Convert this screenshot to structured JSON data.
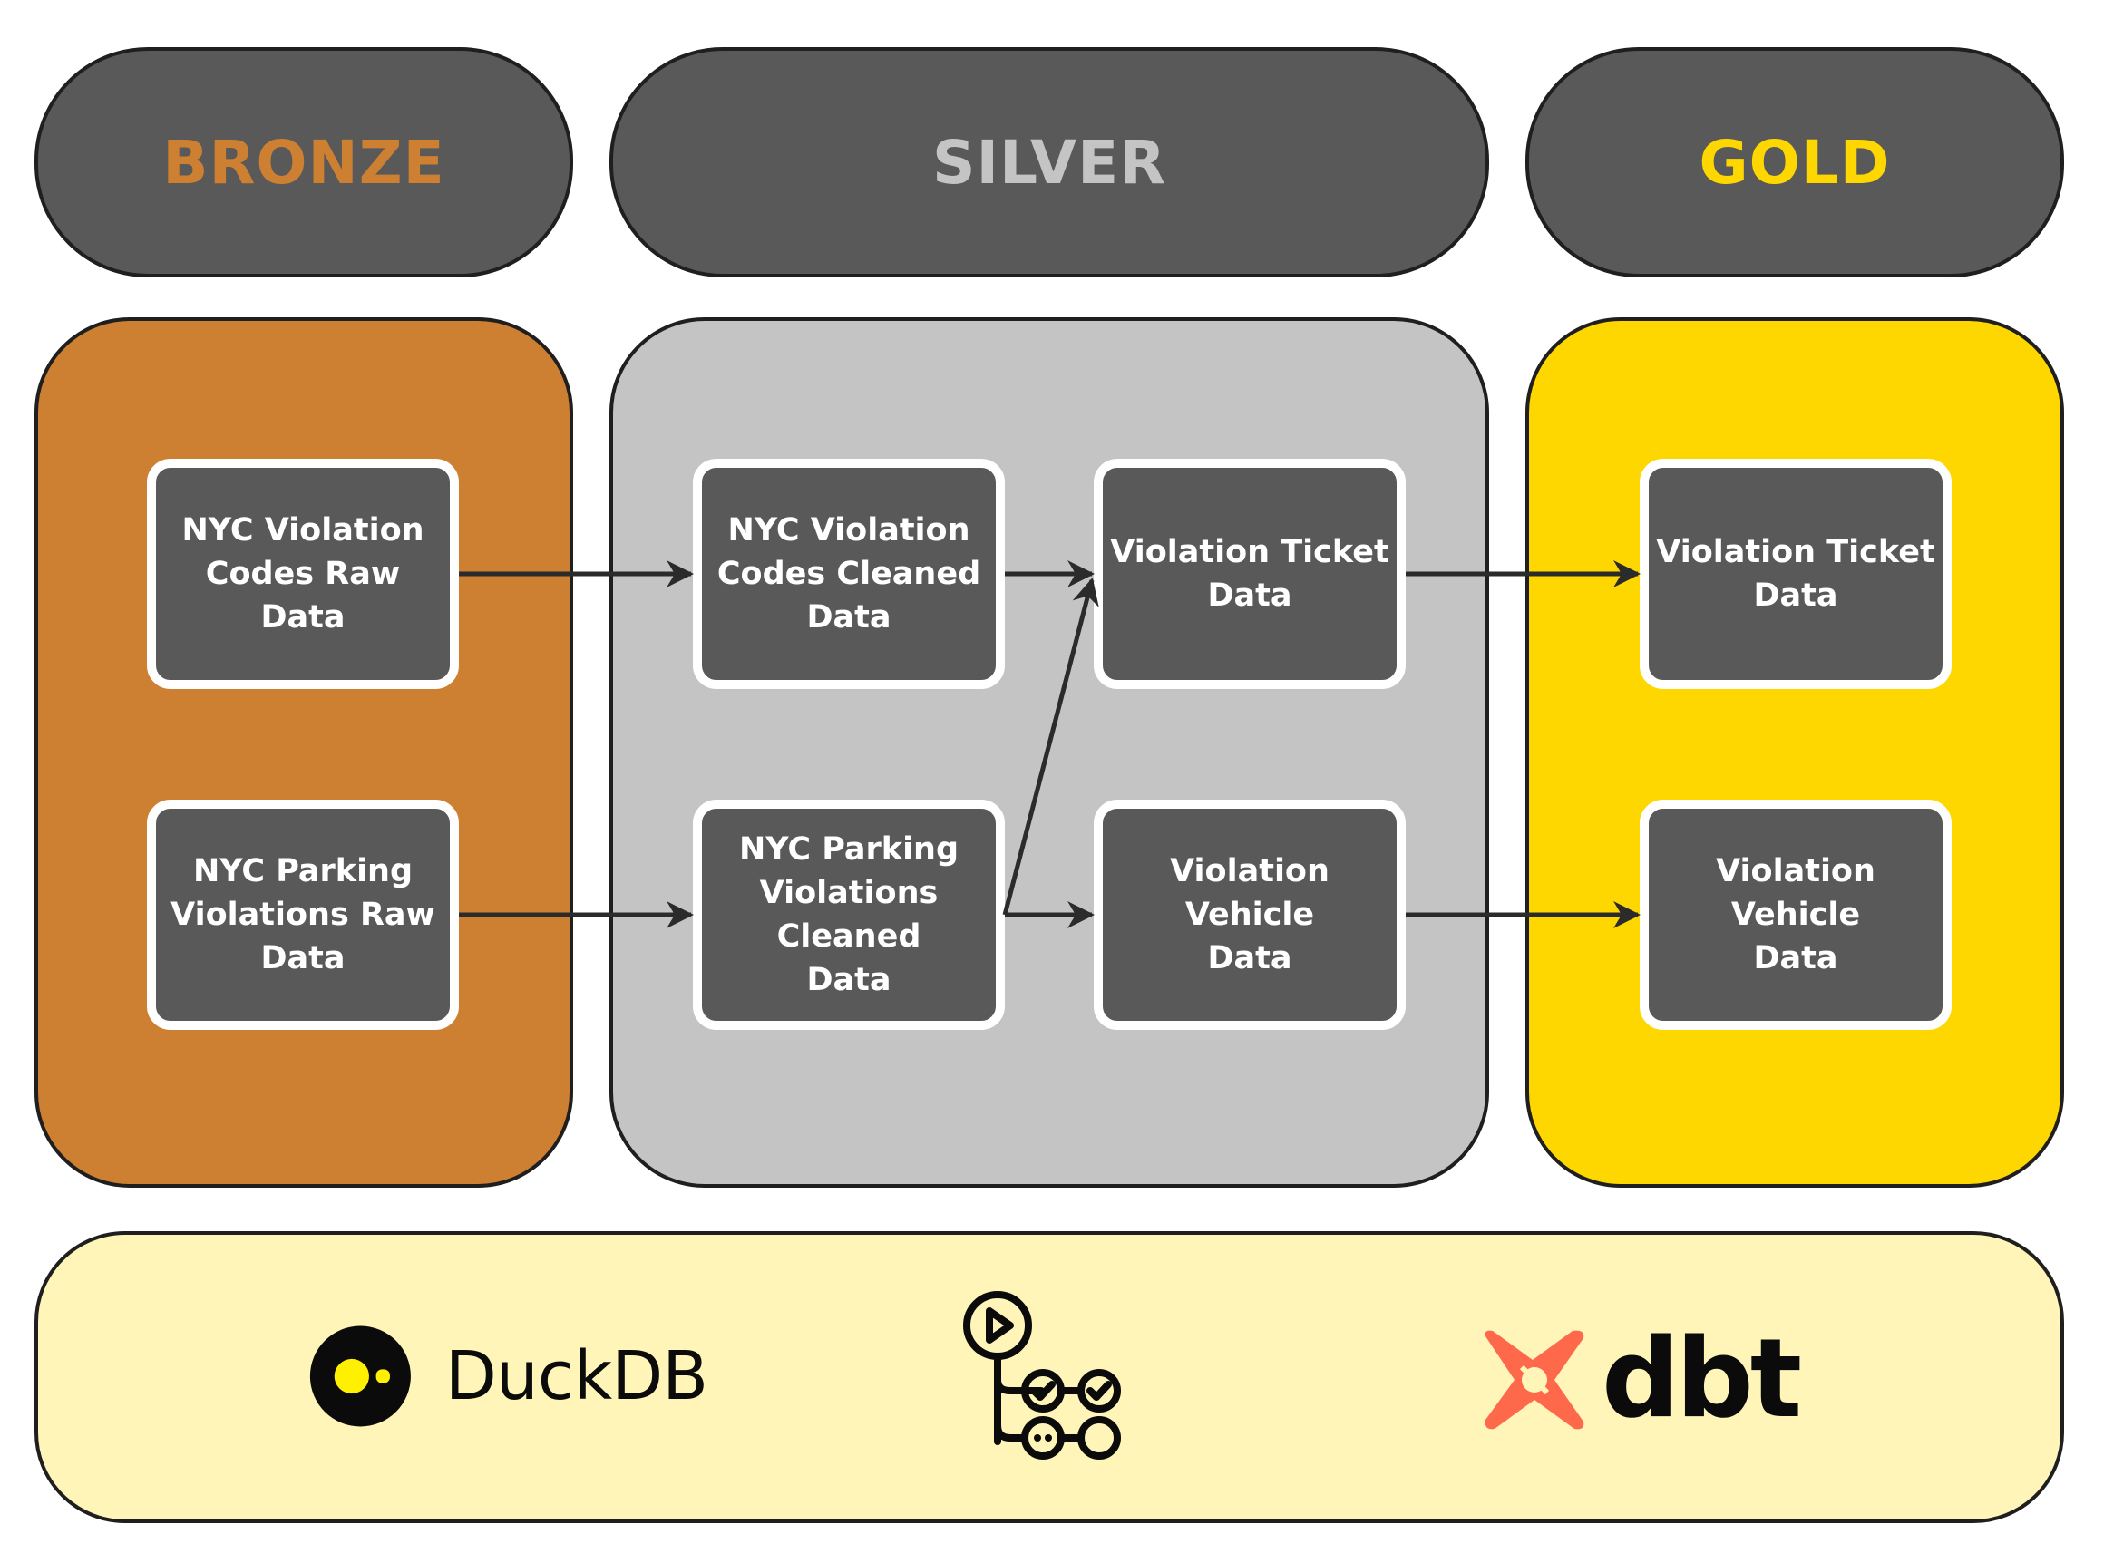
{
  "headers": {
    "bronze": "BRONZE",
    "silver": "SILVER",
    "gold": "GOLD"
  },
  "nodes": {
    "bronze_codes": "NYC Violation\nCodes Raw Data",
    "bronze_parking": "NYC Parking\nViolations Raw\nData",
    "silver_codes": "NYC Violation\nCodes Cleaned\nData",
    "silver_parking": "NYC Parking\nViolations Cleaned\nData",
    "silver_ticket": "Violation Ticket\nData",
    "silver_vehicle": "Violation Vehicle\nData",
    "gold_ticket": "Violation Ticket\nData",
    "gold_vehicle": "Violation Vehicle\nData"
  },
  "tools": {
    "duckdb": "DuckDB",
    "dbt": "dbt"
  },
  "colors": {
    "bronze": "#cd7f32",
    "silver": "#c4c4c4",
    "gold": "#ffd700",
    "header_bg": "#595959",
    "node_bg": "#595959",
    "tools_bg": "#fff5b8",
    "dbt_orange": "#ff694b"
  },
  "icons": [
    "duckdb-logo-icon",
    "github-actions-workflow-icon",
    "dbt-logo-icon"
  ]
}
